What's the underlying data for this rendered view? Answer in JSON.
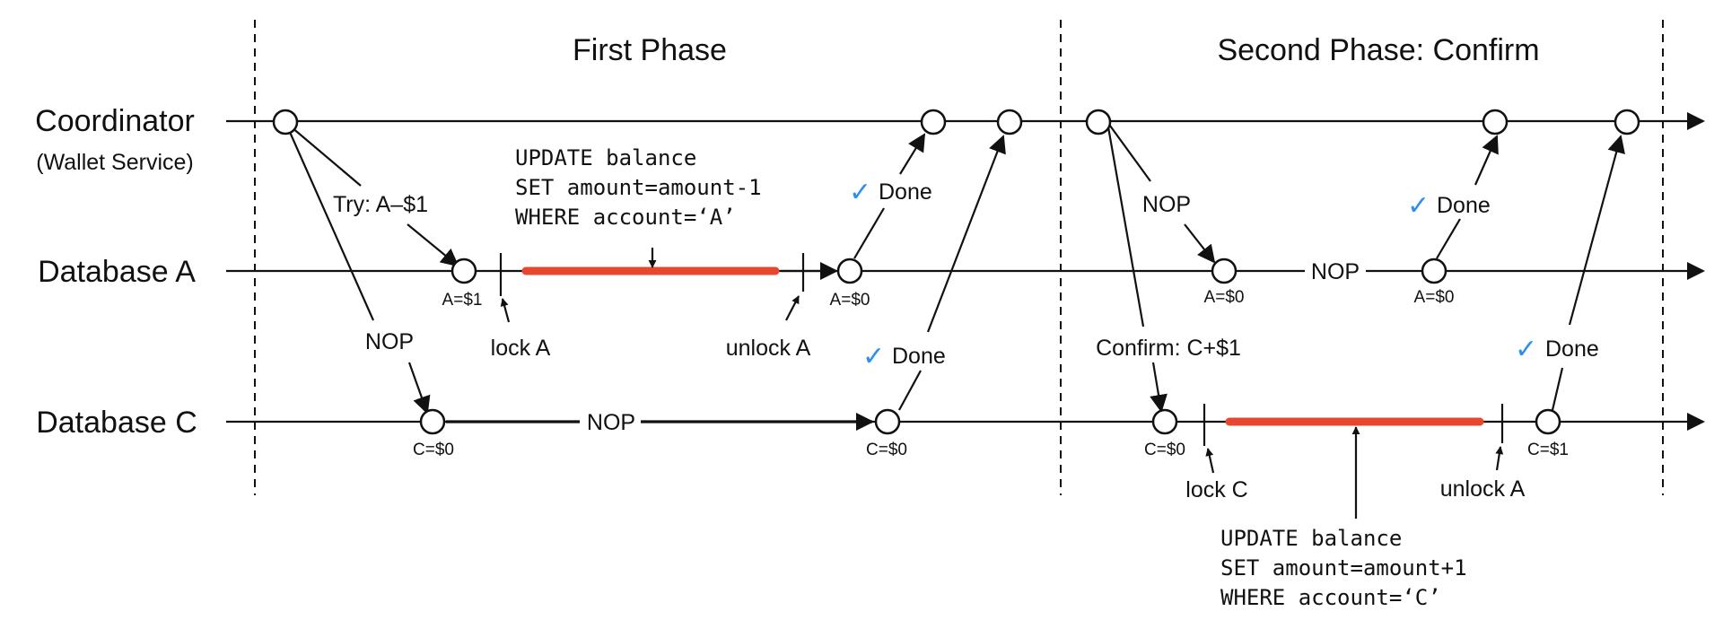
{
  "phases": {
    "first": "First Phase",
    "second": "Second Phase: Confirm"
  },
  "lanes": {
    "coordinator": "Coordinator",
    "coordinator_sub": "(Wallet Service)",
    "database_a": "Database A",
    "database_c": "Database C"
  },
  "messages": {
    "try": "Try: A–$1",
    "nop_first_c": "NOP",
    "nop_first_c_line": "NOP",
    "done_a_first": "Done",
    "done_c_first": "Done",
    "nop_second_a": "NOP",
    "nop_second_a_line": "NOP",
    "done_a_second": "Done",
    "confirm": "Confirm: C+$1",
    "done_c_second": "Done",
    "check": "✓"
  },
  "states": {
    "a_first_start": "A=$1",
    "a_first_end": "A=$0",
    "c_first_start": "C=$0",
    "c_first_end": "C=$0",
    "a_second_start": "A=$0",
    "a_second_end": "A=$0",
    "c_second_start": "C=$0",
    "c_second_end": "C=$1"
  },
  "locks": {
    "lock_a": "lock A",
    "unlock_a": "unlock A",
    "lock_c": "lock C",
    "unlock_c": "unlock A"
  },
  "sql_first": [
    "UPDATE balance",
    "SET amount=amount-1",
    "WHERE account=‘A’"
  ],
  "sql_second": [
    "UPDATE balance",
    "SET amount=amount+1",
    "WHERE account=‘C’"
  ],
  "colors": {
    "lock_bar": "#e8472f",
    "check": "#2f8ff0",
    "line": "#111111"
  }
}
